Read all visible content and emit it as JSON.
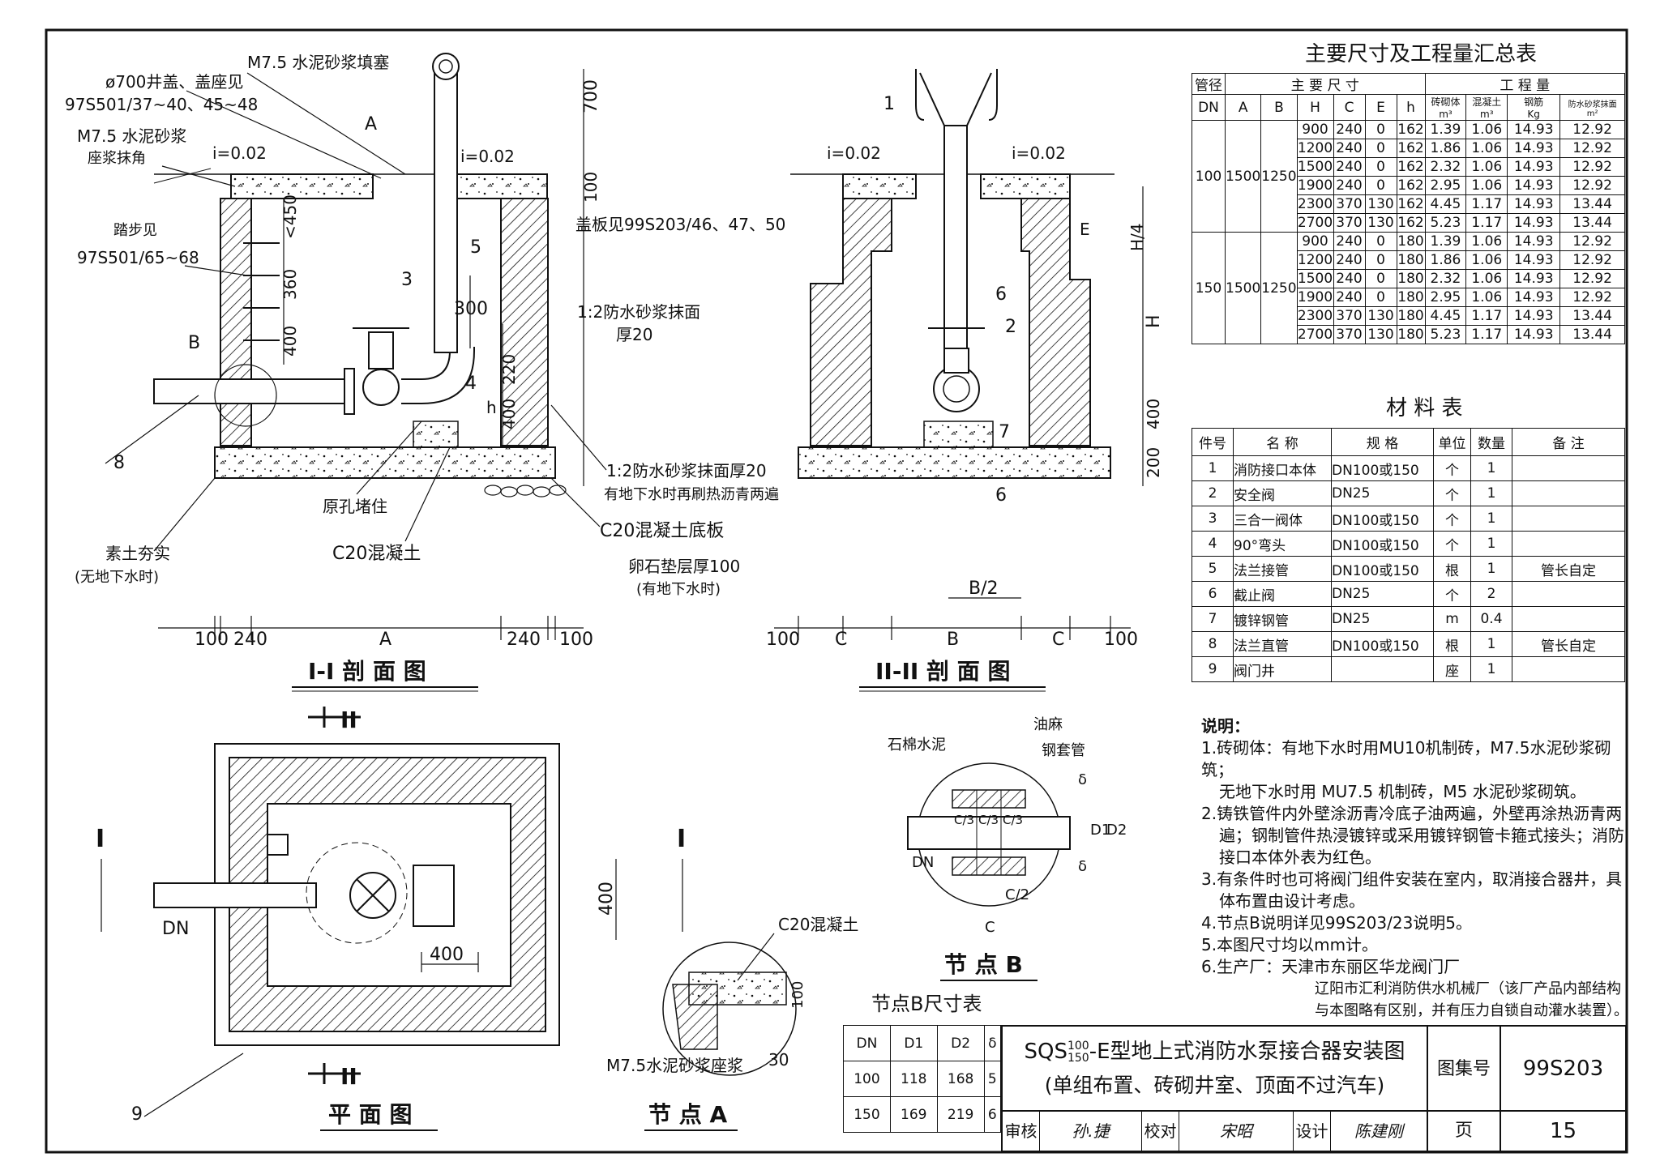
{
  "section1": {
    "title": "I-I 剖 面 图",
    "callouts": [
      "M7.5 水泥砂浆填塞",
      "ø700井盖、盖座见",
      "97S501/37~40、45~48",
      "M7.5 水泥砂浆",
      "座浆抹角",
      "i=0.02",
      "i=0.02",
      "踏步见",
      "97S501/65~68",
      "盖板见99S203/46、47、50",
      "1:2防水砂浆抹面",
      "厚20",
      "1:2防水砂浆抹面厚20",
      "有地下水时再刷热沥青两遍",
      "原孔堵住",
      "C20混凝土",
      "C20混凝土底板",
      "卵石垫层厚100",
      "(有地下水时)",
      "素土夯实",
      "(无地下水时)"
    ],
    "dims": [
      "700",
      "100",
      "<450",
      "360",
      "400",
      "300",
      "220",
      "400",
      "100",
      "240",
      "A",
      "240",
      "100"
    ],
    "markers": [
      "A",
      "B",
      "3",
      "5",
      "4",
      "8",
      "h"
    ]
  },
  "section2": {
    "title": "II-II 剖 面 图",
    "callouts": [
      "i=0.02",
      "i=0.02"
    ],
    "dims": [
      "H/4",
      "H",
      "400",
      "200",
      "B/2",
      "100",
      "C",
      "B",
      "C",
      "100"
    ],
    "markers": [
      "1",
      "E",
      "6",
      "2",
      "7",
      "6"
    ]
  },
  "plan": {
    "title": "平 面 图",
    "labels": [
      "DN",
      "400",
      "400",
      "9",
      "I",
      "I"
    ],
    "section_mark": "II"
  },
  "node_a": {
    "title": "节 点 A",
    "labels": [
      "C20混凝土",
      "100",
      "M7.5水泥砂浆座浆",
      "30"
    ]
  },
  "node_b": {
    "title": "节 点 B",
    "labels": [
      "石棉水泥",
      "油麻",
      "钢套管",
      "δ",
      "C/3",
      "C/3",
      "C/3",
      "D1",
      "D2",
      "DN",
      "δ",
      "C/2",
      "C"
    ]
  },
  "summary_table": {
    "title": "主要尺寸及工程量汇总表",
    "h_pipe": "管径",
    "h_dims": "主 要 尺 寸",
    "h_qty": "工 程 量",
    "h_cols": [
      "DN",
      "A",
      "B",
      "H",
      "C",
      "E",
      "h"
    ],
    "h_qty_cols": [
      "砖砌体",
      "混凝土",
      "钢筋",
      "防水砂浆抹面"
    ],
    "h_units": [
      "m³",
      "m³",
      "Kg",
      "m²"
    ],
    "groups": [
      {
        "dn": "100",
        "a": "1500",
        "b": "1250",
        "rows": [
          [
            "900",
            "240",
            "0",
            "162",
            "1.39",
            "1.06",
            "14.93",
            "12.92"
          ],
          [
            "1200",
            "240",
            "0",
            "162",
            "1.86",
            "1.06",
            "14.93",
            "12.92"
          ],
          [
            "1500",
            "240",
            "0",
            "162",
            "2.32",
            "1.06",
            "14.93",
            "12.92"
          ],
          [
            "1900",
            "240",
            "0",
            "162",
            "2.95",
            "1.06",
            "14.93",
            "12.92"
          ],
          [
            "2300",
            "370",
            "130",
            "162",
            "4.45",
            "1.17",
            "14.93",
            "13.44"
          ],
          [
            "2700",
            "370",
            "130",
            "162",
            "5.23",
            "1.17",
            "14.93",
            "13.44"
          ]
        ]
      },
      {
        "dn": "150",
        "a": "1500",
        "b": "1250",
        "rows": [
          [
            "900",
            "240",
            "0",
            "180",
            "1.39",
            "1.06",
            "14.93",
            "12.92"
          ],
          [
            "1200",
            "240",
            "0",
            "180",
            "1.86",
            "1.06",
            "14.93",
            "12.92"
          ],
          [
            "1500",
            "240",
            "0",
            "180",
            "2.32",
            "1.06",
            "14.93",
            "12.92"
          ],
          [
            "1900",
            "240",
            "0",
            "180",
            "2.95",
            "1.06",
            "14.93",
            "12.92"
          ],
          [
            "2300",
            "370",
            "130",
            "180",
            "4.45",
            "1.17",
            "14.93",
            "13.44"
          ],
          [
            "2700",
            "370",
            "130",
            "180",
            "5.23",
            "1.17",
            "14.93",
            "13.44"
          ]
        ]
      }
    ]
  },
  "material_table": {
    "title": "材 料 表",
    "headers": [
      "件号",
      "名 称",
      "规 格",
      "单位",
      "数量",
      "备 注"
    ],
    "rows": [
      [
        "1",
        "消防接口本体",
        "DN100或150",
        "个",
        "1",
        ""
      ],
      [
        "2",
        "安全阀",
        "DN25",
        "个",
        "1",
        ""
      ],
      [
        "3",
        "三合一阀体",
        "DN100或150",
        "个",
        "1",
        ""
      ],
      [
        "4",
        "90°弯头",
        "DN100或150",
        "个",
        "1",
        ""
      ],
      [
        "5",
        "法兰接管",
        "DN100或150",
        "根",
        "1",
        "管长自定"
      ],
      [
        "6",
        "截止阀",
        "DN25",
        "个",
        "2",
        ""
      ],
      [
        "7",
        "镀锌钢管",
        "DN25",
        "m",
        "0.4",
        ""
      ],
      [
        "8",
        "法兰直管",
        "DN100或150",
        "根",
        "1",
        "管长自定"
      ],
      [
        "9",
        "阀门井",
        "",
        "座",
        "1",
        ""
      ]
    ]
  },
  "notes": {
    "title": "说明：",
    "items": [
      "1.砖砌体：有地下水时用MU10机制砖，M7.5水泥砂浆砌筑；",
      "无地下水时用 MU7.5 机制砖，M5 水泥砂浆砌筑。",
      "2.铸铁管件内外壁涂沥青冷底子油两遍，外壁再涂热沥青两",
      "遍；钢制管件热浸镀锌或采用镀锌钢管卡箍式接头；消防",
      "接口本体外表为红色。",
      "3.有条件时也可将阀门组件安装在室内，取消接合器井，具",
      "体布置由设计考虑。",
      "4.节点B说明详见99S203/23说明5。",
      "5.本图尺寸均以mm计。",
      "6.生产厂：天津市东丽区华龙阀门厂",
      "辽阳市汇利消防供水机械厂（该厂产品内部结构",
      "与本图略有区别，并有压力自锁自动灌水装置）。"
    ]
  },
  "node_b_table": {
    "title": "节点B尺寸表",
    "headers": [
      "DN",
      "D1",
      "D2",
      "δ"
    ],
    "rows": [
      [
        "100",
        "118",
        "168",
        "5"
      ],
      [
        "150",
        "169",
        "219",
        "6"
      ]
    ]
  },
  "title_block": {
    "title_prefix": "SQS",
    "title_frac_top": "100",
    "title_frac_bot": "150",
    "title_main": "-E型地上式消防水泵接合器安装图",
    "subtitle": "(单组布置、砖砌井室、顶面不过汽车)",
    "atlas_label": "图集号",
    "atlas_no": "99S203",
    "review_label": "审核",
    "review_sig": "孙.捷",
    "check_label": "校对",
    "check_sig": "宋昭",
    "design_label": "设计",
    "design_sig": "陈建刚",
    "page_label": "页",
    "page_no": "15"
  }
}
